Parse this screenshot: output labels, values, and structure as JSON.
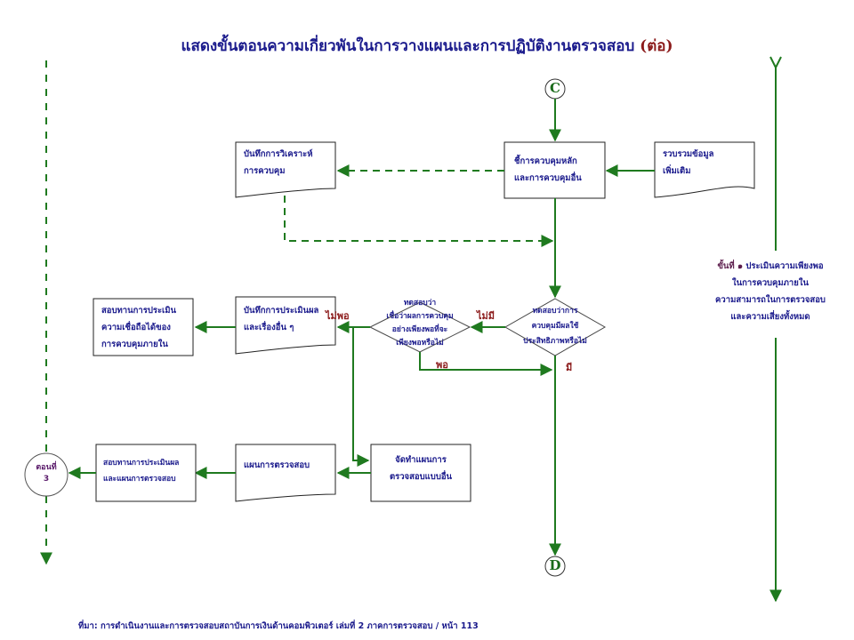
{
  "title": {
    "main": "แสดงขั้นตอนความเกี่ยวพันในการวางแผนและการปฏิบัติงานตรวจสอบ",
    "suffix": "(ต่อ)"
  },
  "connectors": {
    "top": "C",
    "bottom": "D",
    "page_ref_line1": "ตอนที่",
    "page_ref_line2": "3"
  },
  "nodes": {
    "control_analysis_doc": {
      "line1": "บันทึกการวิเคราะห์",
      "line2": "การควบคุม"
    },
    "identify_controls": {
      "line1": "ชี้การควบคุมหลัก",
      "line2": "และการควบคุมอื่น"
    },
    "gather_info_doc": {
      "line1": "รวบรวมข้อมูล",
      "line2": "เพิ่มเติม"
    },
    "assessment_record_doc": {
      "line1": "บันทึกการประเมินผล",
      "line2": "และเรื่องอื่น ๆ"
    },
    "reliance_process": {
      "line1": "สอบทานการประเมิน",
      "line2": "ความเชื่อถือได้ของ",
      "line3": "การควบคุมภายใน"
    },
    "decision_sufficient": {
      "line1": "ทดสอบว่า",
      "line2": "เชื่อว่าผลการควบคุม",
      "line3": "อย่างเพียงพอที่จะ",
      "line4": "เพียงพอหรือไม่"
    },
    "decision_effective": {
      "line1": "ทดสอบว่าการ",
      "line2": "ควบคุมมีผลใช้",
      "line3": "ประสิทธิภาพหรือไม่"
    },
    "audit_plan_doc": {
      "line1": "แผนการตรวจสอบ"
    },
    "alt_plan_process": {
      "line1": "จัดทำแผนการ",
      "line2": "ตรวจสอบแบบอื่น"
    },
    "review_process": {
      "line1": "สอบทานการประเมินผล",
      "line2": "และแผนการตรวจสอบ"
    }
  },
  "edge_labels": {
    "not_sufficient": "ไม่พอ",
    "no": "ไม่มี",
    "sufficient": "พอ",
    "yes": "มี"
  },
  "step_note": {
    "number": "ขั้นที่ ๑",
    "line1": "ประเมินความเพียงพอ",
    "line2": "ในการควบคุมภายใน",
    "line3": "ความสามารถในการตรวจสอบ",
    "line4": "และความเสี่ยงทั้งหมด"
  },
  "source": "ที่มา: การดำเนินงานและการตรวจสอบสถาบันการเงินด้านคอมพิวเตอร์ เล่มที่ 2 ภาคการตรวจสอบ / หน้า 113",
  "colors": {
    "line": "#1f7a1f",
    "text": "#1a1a8c",
    "accent": "#8b1a1a"
  }
}
